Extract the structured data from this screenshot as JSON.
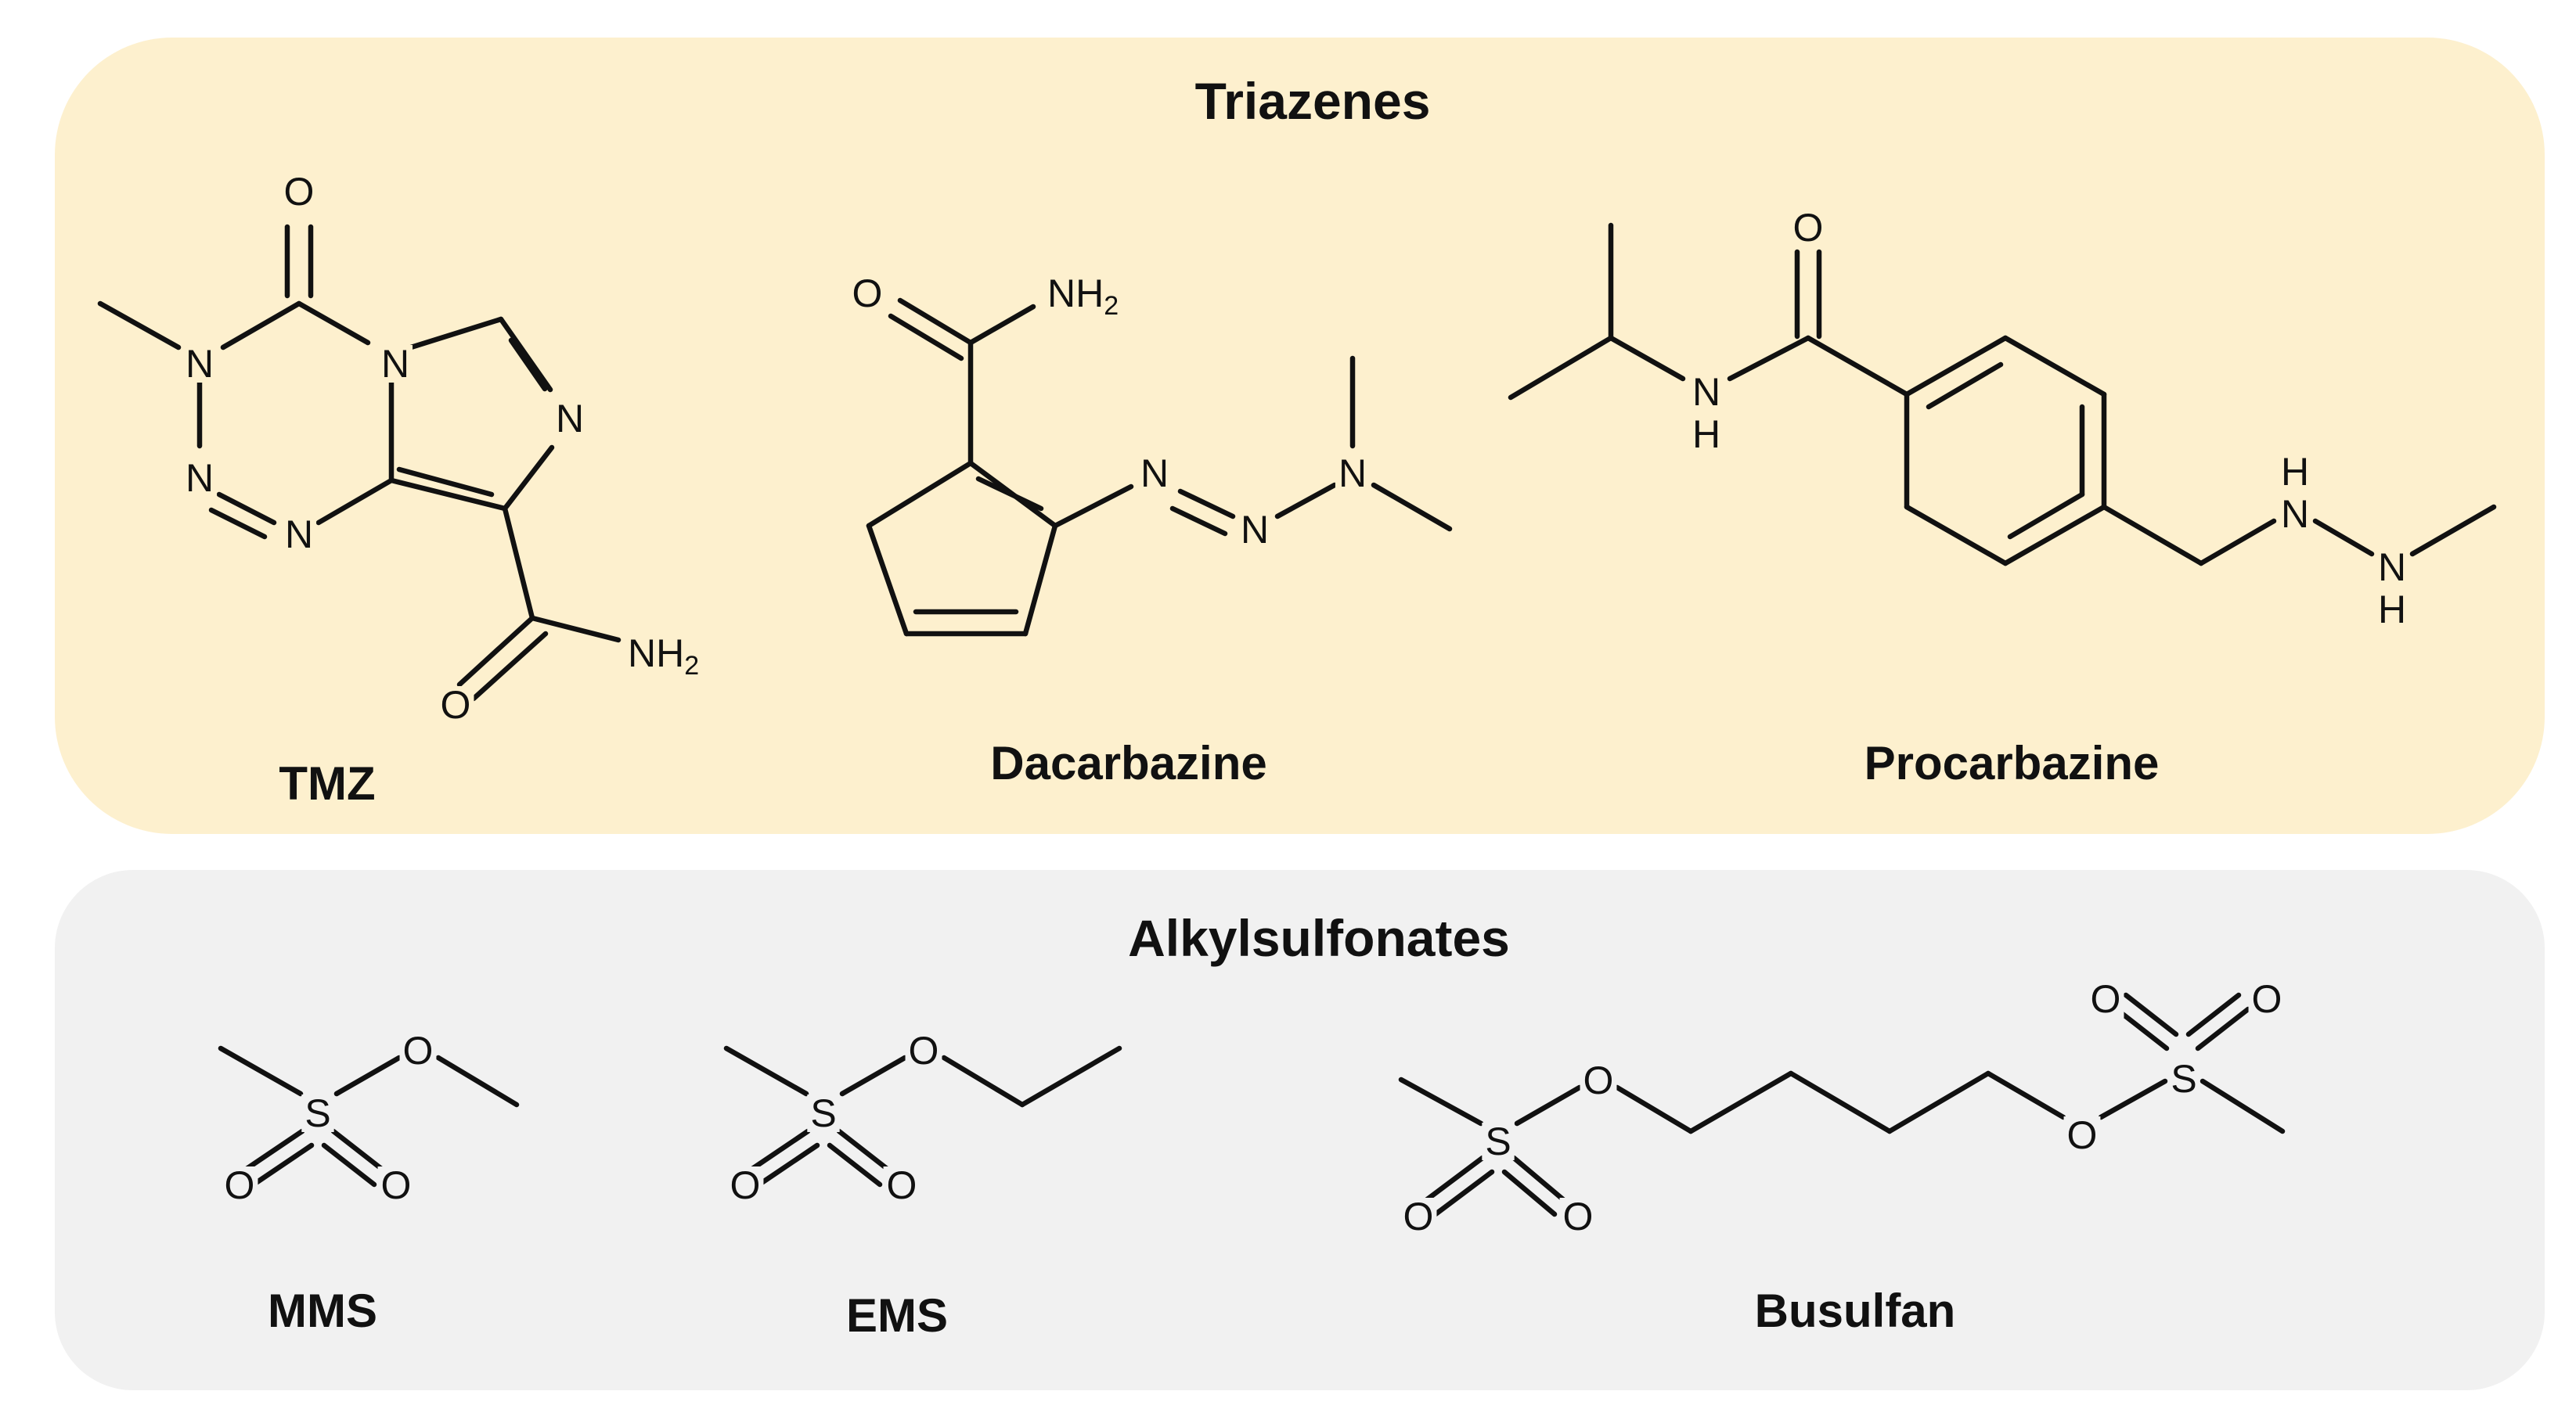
{
  "colors": {
    "triazenes_panel": "#FDF0CE",
    "alkylsulfonates_panel": "#F1F1F1",
    "ink": "#111111"
  },
  "panels": [
    {
      "id": "triazenes",
      "title": "Triazenes",
      "molecules": [
        {
          "id": "tmz",
          "name": "TMZ"
        },
        {
          "id": "dacarbazine",
          "name": "Dacarbazine"
        },
        {
          "id": "procarbazine",
          "name": "Procarbazine"
        }
      ]
    },
    {
      "id": "alkylsulfonates",
      "title": "Alkylsulfonates",
      "molecules": [
        {
          "id": "mms",
          "name": "MMS"
        },
        {
          "id": "ems",
          "name": "EMS"
        },
        {
          "id": "busulfan",
          "name": "Busulfan"
        }
      ]
    }
  ]
}
